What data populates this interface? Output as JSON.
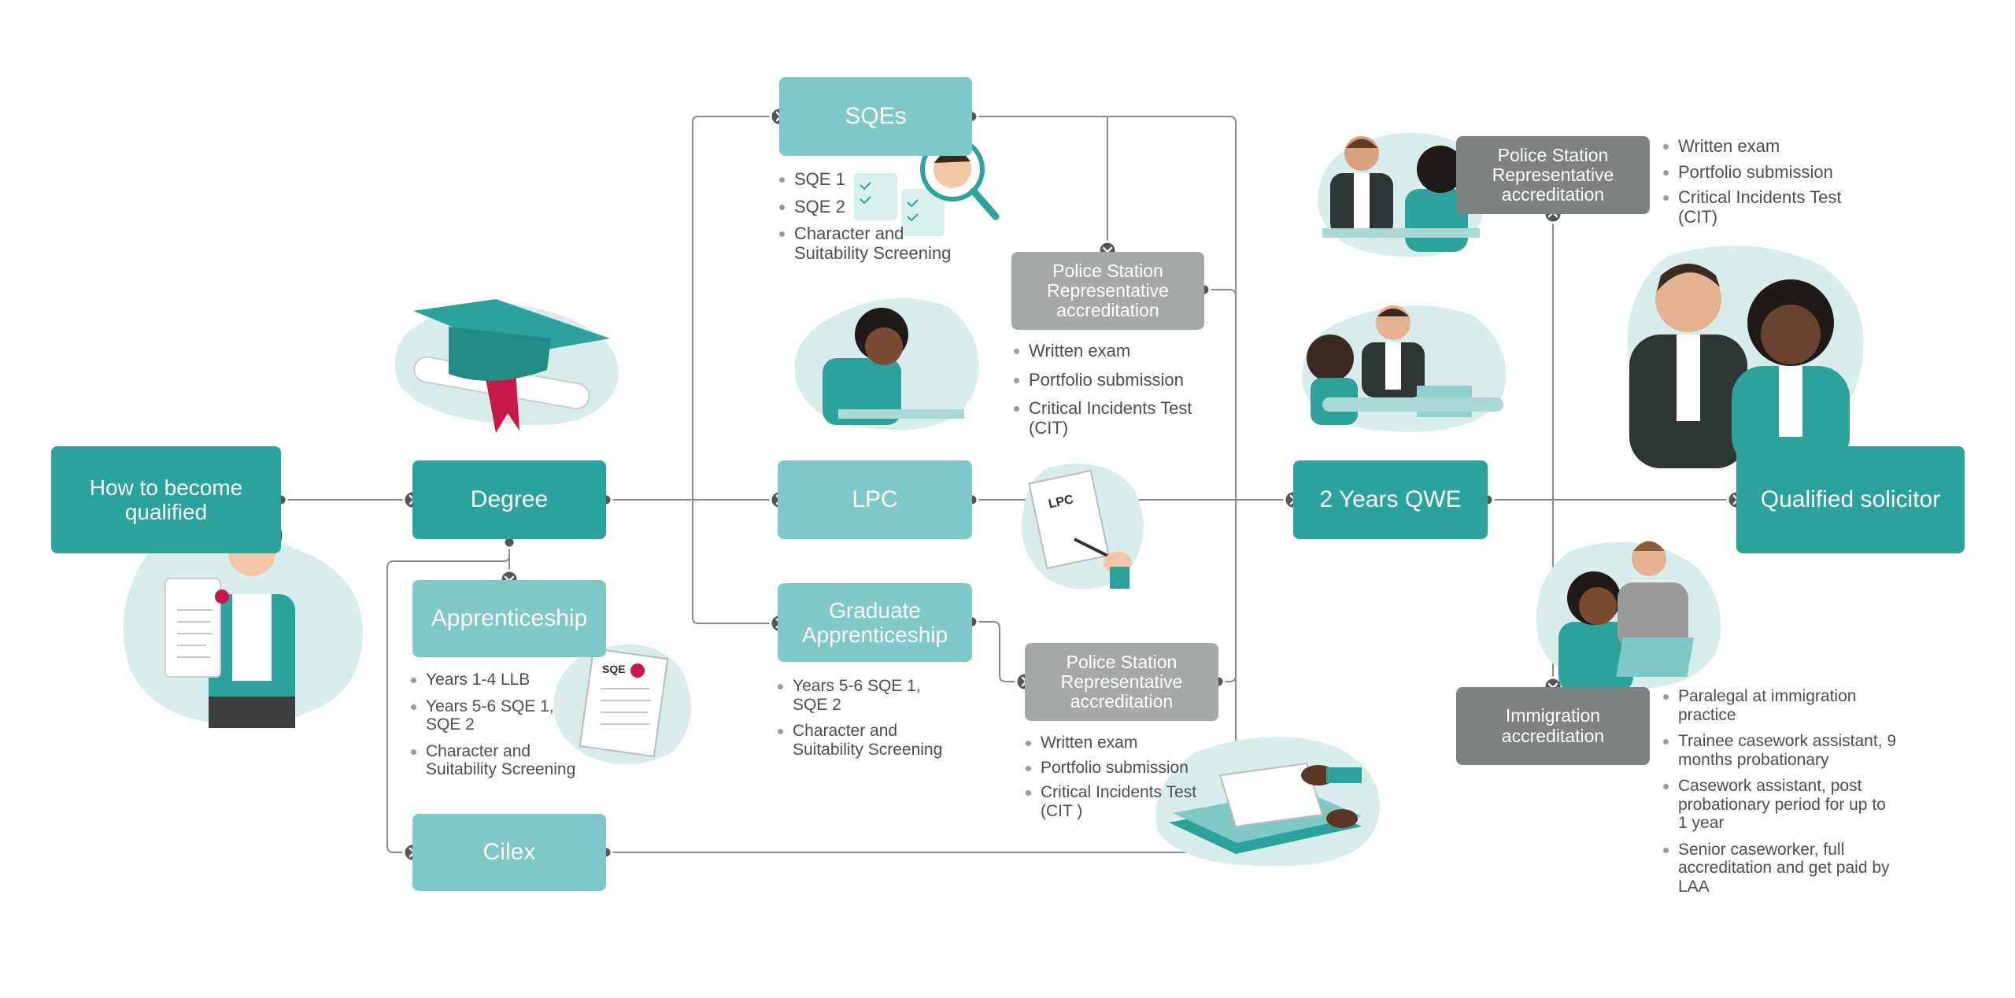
{
  "nodes": {
    "start": "How to become qualified",
    "degree": "Degree",
    "apprenticeship": "Apprenticeship",
    "cilex": "Cilex",
    "sqes": "SQEs",
    "lpc": "LPC",
    "graduate_apprenticeship": "Graduate Apprenticeship",
    "police_station_top": "Police Station Representative accreditation",
    "police_station_bottom": "Police Station Representative accreditation",
    "qwe": "2 Years QWE",
    "police_station_right": "Police Station Representative accreditation",
    "immigration": "Immigration accreditation",
    "qualified": "Qualified solicitor"
  },
  "lists": {
    "sqes": [
      "SQE 1",
      "SQE 2",
      "Character and Suitability Screening"
    ],
    "apprenticeship": [
      "Years 1-4 LLB",
      "Years 5-6 SQE 1, SQE 2",
      "Character and Suitability Screening"
    ],
    "graduate_apprenticeship": [
      "Years 5-6 SQE 1, SQE 2",
      "Character and Suitability Screening"
    ],
    "police_station_top": [
      "Written exam",
      "Portfolio submission",
      "Critical Incidents Test (CIT)"
    ],
    "police_station_bottom": [
      "Written exam",
      "Portfolio submission",
      "Critical Incidents Test (CIT )"
    ],
    "police_station_right": [
      "Written exam",
      "Portfolio submission",
      "Critical Incidents Test (CIT)"
    ],
    "immigration": [
      "Paralegal at immigration practice",
      "Trainee casework assistant, 9 months probationary",
      "Casework assistant, post probationary period for up to 1 year",
      "Senior caseworker, full accreditation and get paid by LAA"
    ]
  },
  "illustration_labels": {
    "sqe_document": "SQE",
    "lpc_document": "LPC"
  },
  "colors": {
    "teal_dark": "#2ba39b",
    "teal_light": "#7ec9c5",
    "grey_dark": "#7d8181",
    "grey_light": "#a4a8a8",
    "blob": "#d7eceb",
    "connector": "#8a8a8a"
  }
}
